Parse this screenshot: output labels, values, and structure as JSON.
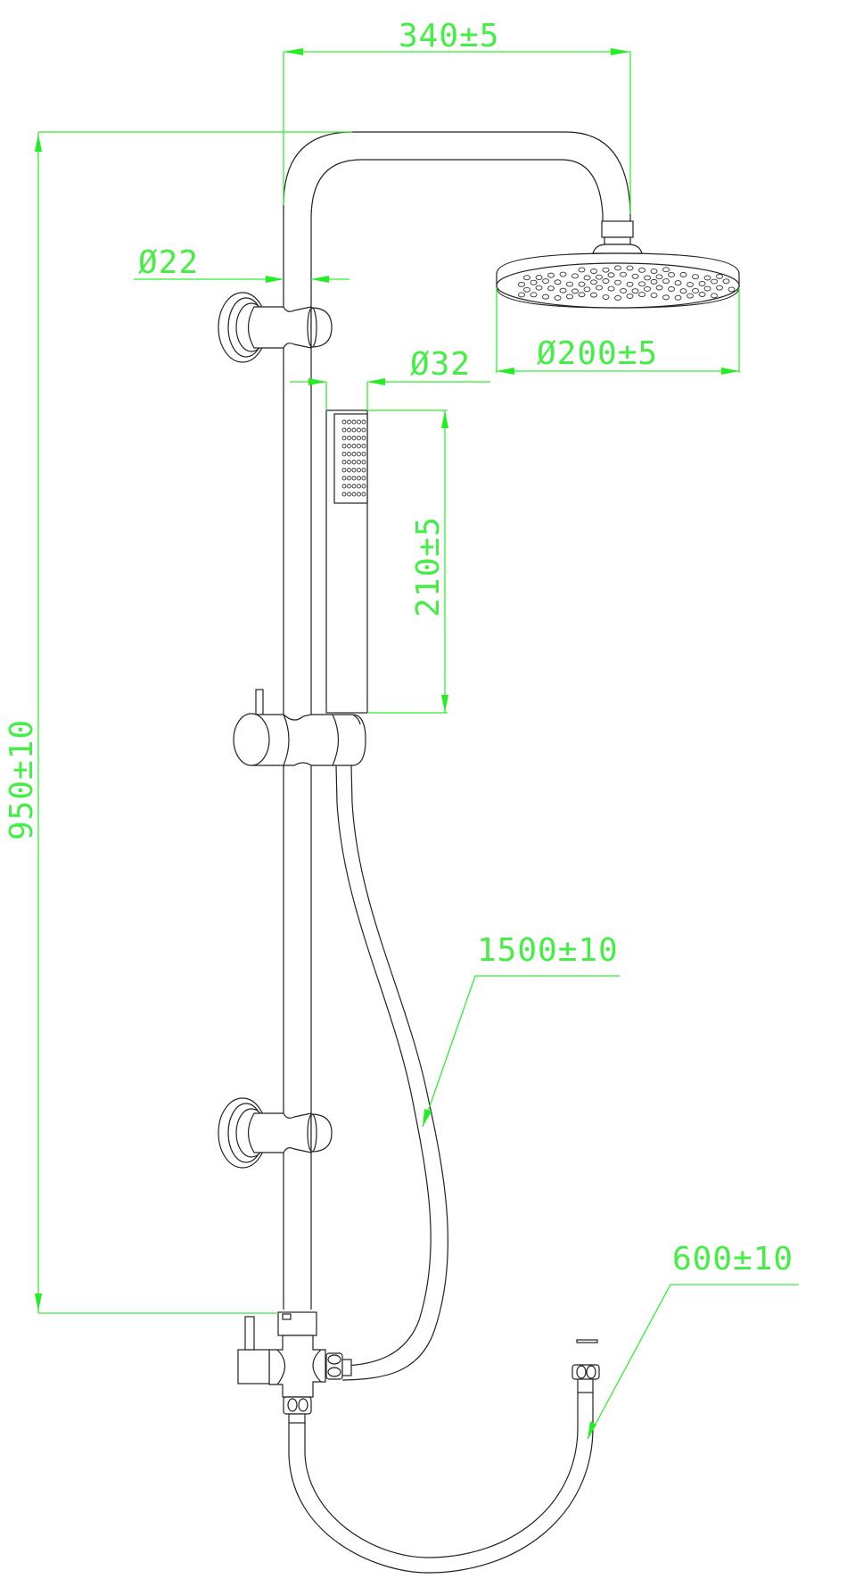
{
  "drawing": {
    "title": "Shower column technical drawing",
    "colors": {
      "dimension": "#33ee33",
      "outline": "#222222",
      "background": "#ffffff"
    },
    "dimensions": {
      "arm_width": {
        "label": "340±5",
        "value": 340,
        "tolerance": 5,
        "unit": "mm"
      },
      "total_height": {
        "label": "950±10",
        "value": 950,
        "tolerance": 10,
        "unit": "mm"
      },
      "rail_diameter": {
        "label": "Ø22",
        "value": 22,
        "unit": "mm"
      },
      "handshower_diameter": {
        "label": "Ø32",
        "value": 32,
        "unit": "mm"
      },
      "head_diameter": {
        "label": "Ø200±5",
        "value": 200,
        "tolerance": 5,
        "unit": "mm"
      },
      "handshower_length": {
        "label": "210±5",
        "value": 210,
        "tolerance": 5,
        "unit": "mm"
      },
      "hose_length": {
        "label": "1500±10",
        "value": 1500,
        "tolerance": 10,
        "unit": "mm"
      },
      "inlet_hose_length": {
        "label": "600±10",
        "value": 600,
        "tolerance": 10,
        "unit": "mm"
      }
    },
    "components": [
      "overhead-shower-arm",
      "rain-shower-head",
      "slide-rail",
      "upper-wall-bracket",
      "lower-wall-bracket",
      "hand-shower",
      "slider-holder",
      "diverter-valve",
      "hand-shower-hose",
      "inlet-hose"
    ]
  }
}
